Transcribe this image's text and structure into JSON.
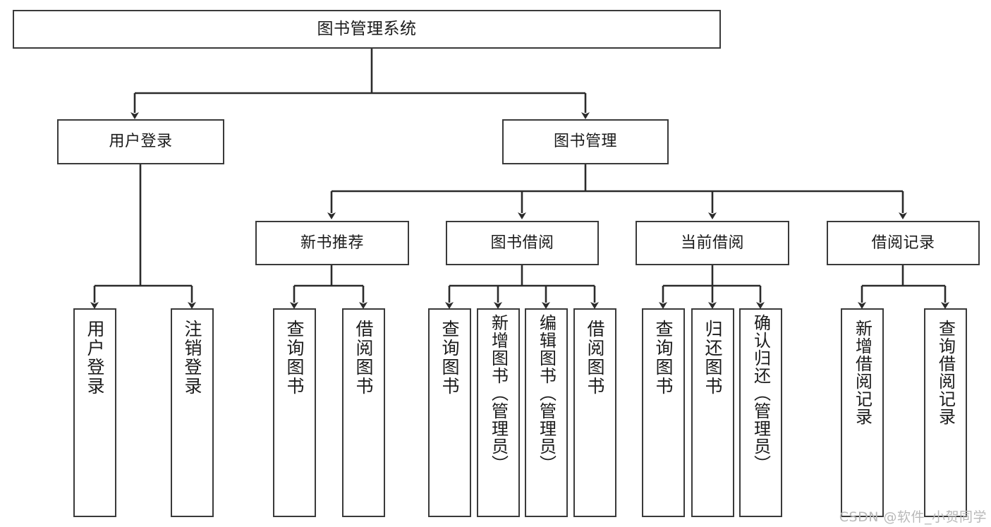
{
  "diagram": {
    "title": "图书管理系统",
    "type": "tree-hierarchy-chart",
    "levels": 4,
    "colors": {
      "box_border": "#3a3a3a",
      "box_fill": "#ffffff",
      "edge": "#2b2b2b",
      "text": "#1b1b1b",
      "watermark": "#b9b9b9",
      "background": "#ffffff"
    }
  },
  "root": {
    "label": "图书管理系统"
  },
  "level2": [
    {
      "label": "用户登录"
    },
    {
      "label": "图书管理"
    }
  ],
  "level3": [
    {
      "label": "新书推荐"
    },
    {
      "label": "图书借阅"
    },
    {
      "label": "当前借阅"
    },
    {
      "label": "借阅记录"
    }
  ],
  "leaves": {
    "user_login": [
      {
        "label": "用户登录"
      },
      {
        "label": "注销登录"
      }
    ],
    "new_book_recommend": [
      {
        "label": "查询图书"
      },
      {
        "label": "借阅图书"
      }
    ],
    "book_borrow": [
      {
        "label": "查询图书"
      },
      {
        "label": "新增图书（管理员）"
      },
      {
        "label": "编辑图书（管理员）"
      },
      {
        "label": "借阅图书"
      }
    ],
    "current_borrow": [
      {
        "label": "查询图书"
      },
      {
        "label": "归还图书"
      },
      {
        "label": "确认归还（管理员）"
      }
    ],
    "borrow_record": [
      {
        "label": "新增借阅记录"
      },
      {
        "label": "查询借阅记录"
      }
    ]
  },
  "watermark": {
    "text": "CSDN @软件_小贺同学"
  }
}
